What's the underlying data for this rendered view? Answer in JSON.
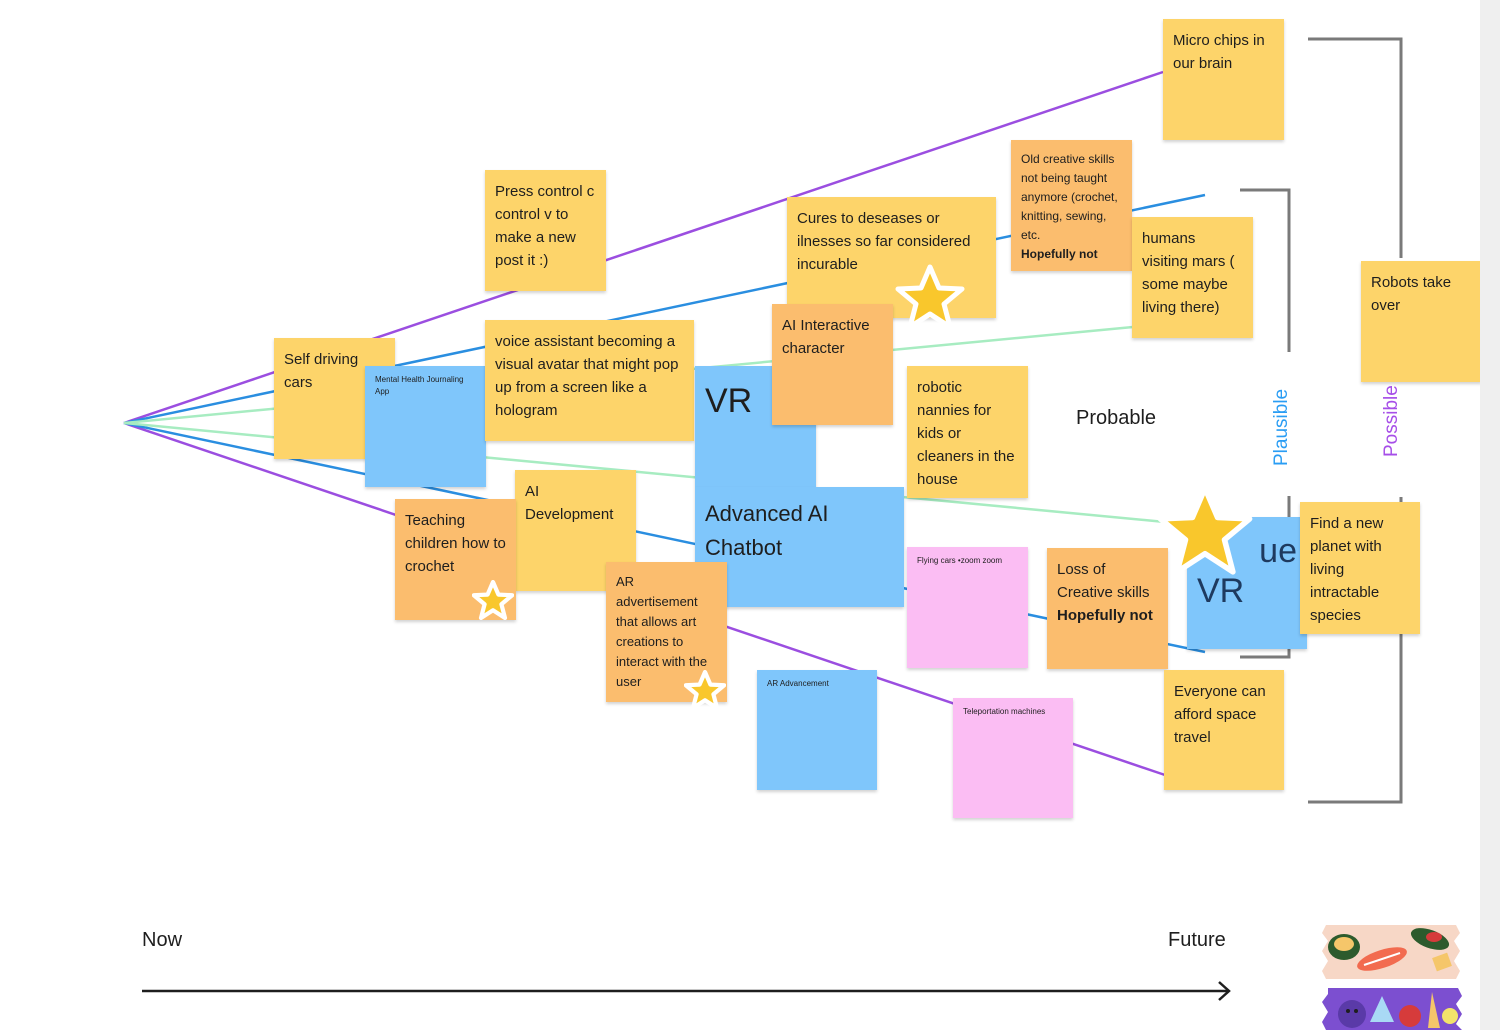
{
  "notes": {
    "micro_chips": "Micro chips in our brain",
    "old_skills": "Old creative skills not being taught anymore (crochet, knitting, sewing, etc.",
    "old_skills_bold": "Hopefully not",
    "press_control": "Press control c control v to make a new post it :)",
    "cures": "Cures to deseases or ilnesses so far considered incurable",
    "humans_mars": "humans visiting mars ( some maybe living there)",
    "robots": "Robots take over",
    "self_driving": "Self driving cars",
    "mental_health": "Mental Health Journaling App",
    "voice_assistant": "voice assistant becoming a visual avatar that might pop up from a screen like a hologram",
    "ai_character": "AI Interactive character",
    "vr": "VR",
    "robotic_nannies": "robotic nannies for kids or cleaners in the house",
    "teaching": "Teaching children how to crochet",
    "ai_dev": "AI Development",
    "advanced_ai": "Advanced AI Chatbot",
    "ar_ad": "AR advertisement that allows art creations to interact with the user",
    "flying_cars": "Flying cars •zoom zoom",
    "loss_skills": "Loss of Creative skills",
    "loss_skills_bold": "Hopefully not",
    "ue_vr_top": "ue",
    "ue_vr_bottom": "VR",
    "find_planet": "Find a new planet with living intractable species",
    "ar_advancement": "AR Advancement",
    "teleportation": "Teleportation machines",
    "space_travel": "Everyone can afford space travel"
  },
  "labels": {
    "probable": "Probable",
    "plausible": "Plausible",
    "possible": "Possible",
    "now": "Now",
    "future": "Future"
  },
  "colors": {
    "purple_line": "#9b4ee0",
    "blue_line": "#2a8ee0",
    "green_line": "#a7ecc1",
    "plausible_text": "#2a9df4",
    "possible_text": "#a64ee8",
    "star": "#f9c72c"
  }
}
